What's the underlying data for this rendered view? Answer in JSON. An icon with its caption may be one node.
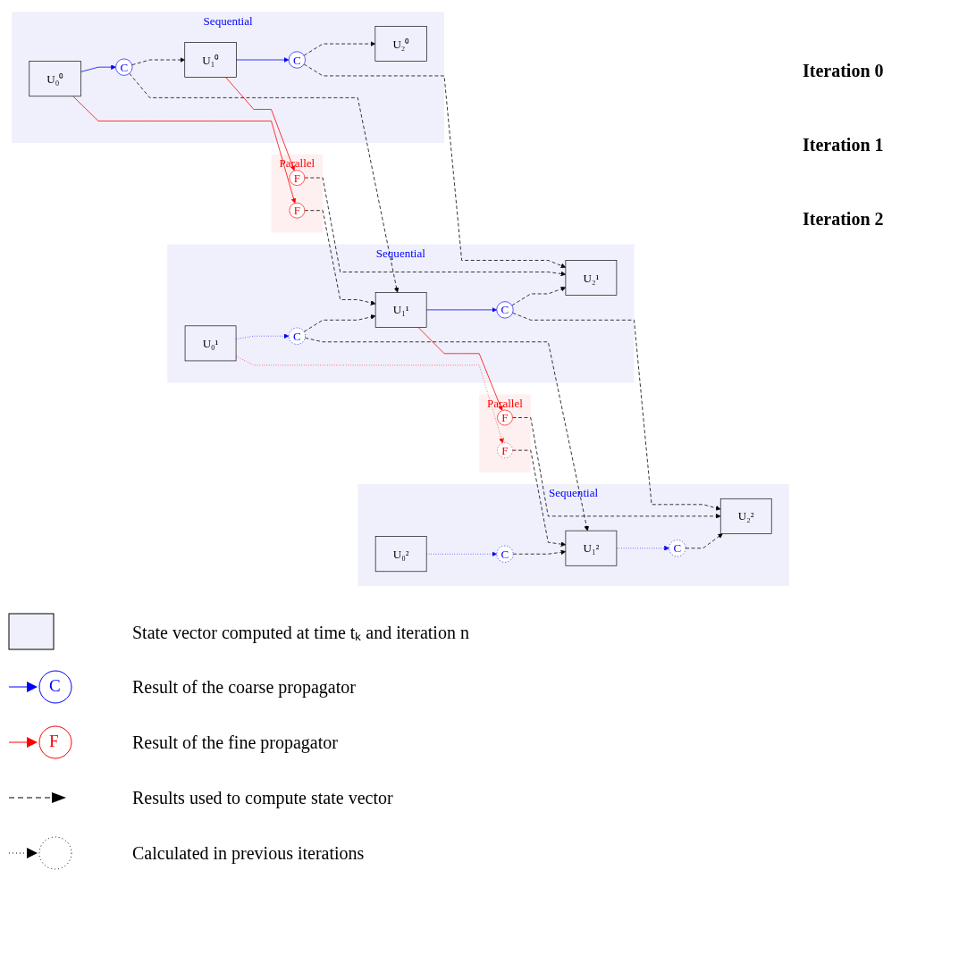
{
  "diagram": {
    "nodes": [
      {
        "text": [
          "Sequential"
        ]
      },
      {
        "text": [
          "U₀⁰"
        ],
        "in": 0
      },
      {
        "text": [
          "C"
        ],
        "in": 0
      },
      {
        "text": [
          "U₁⁰"
        ],
        "in": 0
      },
      {
        "text": [
          "C"
        ],
        "in": 0
      },
      {
        "text": [
          "U₂⁰"
        ],
        "in": 0
      },
      {
        "text": [
          "Parallel"
        ]
      },
      {
        "text": [
          "F"
        ],
        "in": 6
      },
      {
        "text": [
          "F"
        ],
        "in": 6
      },
      {
        "text": [
          "Sequential"
        ]
      },
      {
        "text": [
          "U₀¹"
        ],
        "in": 9
      },
      {
        "text": [
          "C"
        ],
        "in": 9
      },
      {
        "text": [
          "U₁¹"
        ],
        "in": 9
      },
      {
        "text": [
          "C"
        ],
        "in": 9
      },
      {
        "text": [
          "U₂¹"
        ],
        "in": 9
      },
      {
        "text": [
          "Parallel"
        ]
      },
      {
        "text": [
          "F"
        ],
        "in": 15
      },
      {
        "text": [
          "F"
        ],
        "in": 15
      },
      {
        "text": [
          "Sequential"
        ]
      },
      {
        "text": [
          "U₀²"
        ],
        "in": 18
      },
      {
        "text": [
          "C"
        ],
        "in": 18
      },
      {
        "text": [
          "U₁²"
        ],
        "in": 18
      },
      {
        "text": [
          "C"
        ],
        "in": 18
      },
      {
        "text": [
          "U₂²"
        ],
        "in": 18
      }
    ],
    "edges": [
      {
        "from": 1,
        "to": 2,
        "arrow": "to",
        "color": "#0000ff"
      },
      {
        "from": 2,
        "to": 3,
        "arrow": "to",
        "style": "dashed"
      },
      {
        "from": 3,
        "to": 4,
        "arrow": "to",
        "color": "#0000ff"
      },
      {
        "from": 4,
        "to": 5,
        "arrow": "to",
        "style": "dashed"
      },
      {
        "from": 1,
        "to": 7,
        "arrow": "to",
        "color": "#ff0000"
      },
      {
        "from": 3,
        "to": 8,
        "arrow": "to",
        "color": "#ff0000"
      },
      {
        "from": 2,
        "to": 12,
        "arrow": "to",
        "style": "dashed"
      },
      {
        "from": 7,
        "to": 12,
        "arrow": "to",
        "style": "dashed"
      },
      {
        "from": 4,
        "to": 14,
        "arrow": "to",
        "style": "dashed"
      },
      {
        "from": 8,
        "to": 14,
        "arrow": "to",
        "style": "dashed"
      },
      {
        "from": 10,
        "to": 11,
        "arrow": "to",
        "style": "dashed",
        "color": "#0000ff"
      },
      {
        "from": 11,
        "to": 12,
        "arrow": "to",
        "style": "dashed"
      },
      {
        "from": 12,
        "to": 13,
        "arrow": "to",
        "color": "#0000ff"
      },
      {
        "from": 13,
        "to": 14,
        "arrow": "to",
        "style": "dashed"
      },
      {
        "from": 10,
        "to": 16,
        "arrow": "to",
        "style": "dashed",
        "color": "#ff0000"
      },
      {
        "from": 12,
        "to": 17,
        "arrow": "to",
        "color": "#ff0000"
      },
      {
        "from": 11,
        "to": 21,
        "arrow": "to",
        "style": "dashed"
      },
      {
        "from": 16,
        "to": 21,
        "arrow": "to",
        "style": "dashed"
      },
      {
        "from": 13,
        "to": 23,
        "arrow": "to",
        "style": "dashed"
      },
      {
        "from": 17,
        "to": 23,
        "arrow": "to",
        "style": "dashed"
      },
      {
        "from": 19,
        "to": 20,
        "arrow": "to",
        "style": "dashed",
        "color": "#0000ff"
      },
      {
        "from": 20,
        "to": 21,
        "arrow": "to",
        "style": "dashed"
      },
      {
        "from": 21,
        "to": 22,
        "arrow": "to",
        "style": "dashed",
        "color": "#0000ff"
      },
      {
        "from": 22,
        "to": 23,
        "arrow": "to",
        "style": "dashed"
      }
    ],
    "labels": [
      "Iteration 0",
      "Iteration 1",
      "Iteration 2",
      "C",
      "F"
    ],
    "legend": [
      {
        "text": "State vector computed at time tₖ and iteration n"
      },
      {
        "text": "Result of the coarse propagator"
      },
      {
        "text": "Result of the fine propagator"
      },
      {
        "text": "Results used to compute state vector"
      },
      {
        "text": "Calculated in previous iterations"
      }
    ]
  }
}
